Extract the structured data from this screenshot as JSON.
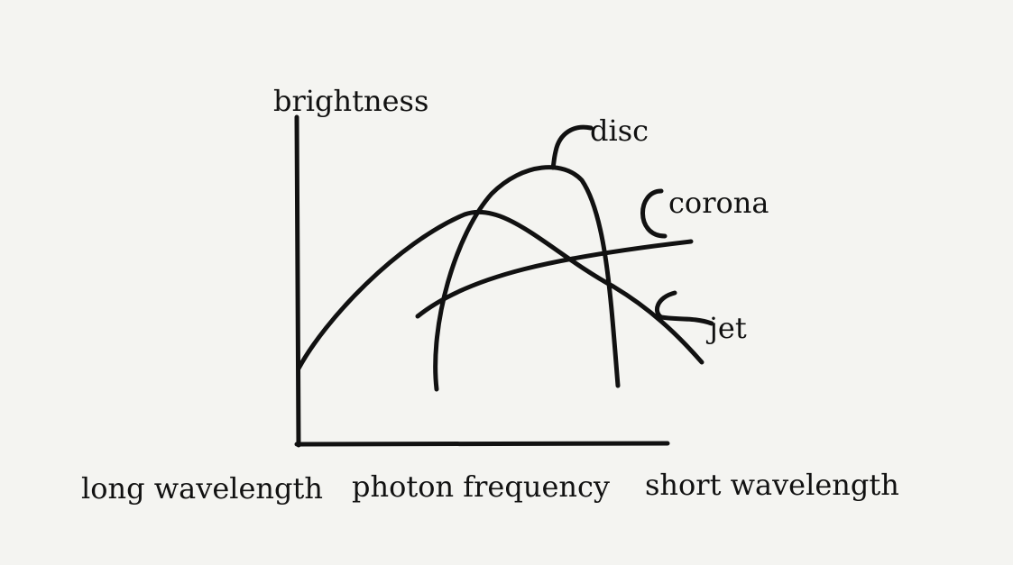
{
  "diagram": {
    "y_axis_label": "brightness",
    "x_axis_label": "photon frequency",
    "x_left_label": "long wavelength",
    "x_right_label": "short wavelength",
    "curves": {
      "disc": "disc",
      "corona": "corona",
      "jet": "jet"
    }
  },
  "colors": {
    "background": "#f4f4f1",
    "ink": "#111111"
  }
}
